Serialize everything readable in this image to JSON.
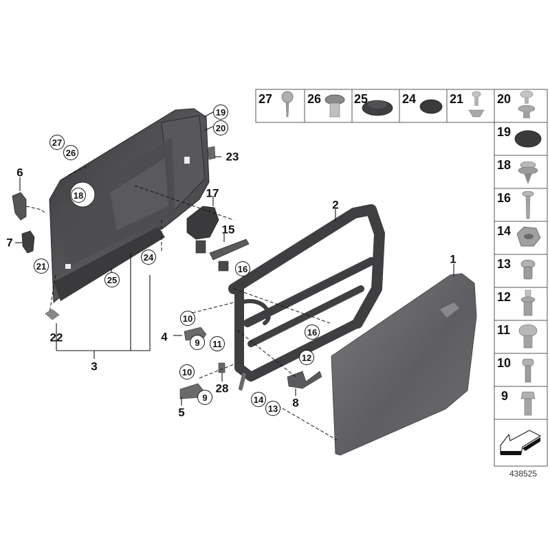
{
  "diagram": {
    "type": "exploded-parts-diagram",
    "subject": "Door shell and inner trim assembly",
    "reference_number": "438525"
  },
  "colors": {
    "part_dark": "#4a4a4d",
    "part_mid": "#6b6b6e",
    "part_light": "#9a9a9c",
    "outer_panel": "#707073",
    "line": "#111111",
    "background": "#ffffff"
  },
  "callouts": {
    "plain": [
      {
        "id": "1",
        "label": "1"
      },
      {
        "id": "2",
        "label": "2"
      },
      {
        "id": "3",
        "label": "3"
      },
      {
        "id": "4",
        "label": "4"
      },
      {
        "id": "5",
        "label": "5"
      },
      {
        "id": "6",
        "label": "6"
      },
      {
        "id": "7",
        "label": "7"
      },
      {
        "id": "8",
        "label": "8"
      },
      {
        "id": "15",
        "label": "15"
      },
      {
        "id": "17",
        "label": "17"
      },
      {
        "id": "22",
        "label": "22"
      },
      {
        "id": "23",
        "label": "23"
      },
      {
        "id": "28",
        "label": "28"
      }
    ],
    "circled": [
      {
        "id": "19",
        "label": "19"
      },
      {
        "id": "20",
        "label": "20"
      },
      {
        "id": "27",
        "label": "27"
      },
      {
        "id": "26",
        "label": "26"
      },
      {
        "id": "18",
        "label": "18"
      },
      {
        "id": "21",
        "label": "21"
      },
      {
        "id": "25",
        "label": "25"
      },
      {
        "id": "24",
        "label": "24"
      },
      {
        "id": "16a",
        "label": "16"
      },
      {
        "id": "16b",
        "label": "16"
      },
      {
        "id": "10a",
        "label": "10"
      },
      {
        "id": "9a",
        "label": "9"
      },
      {
        "id": "11",
        "label": "11"
      },
      {
        "id": "10b",
        "label": "10"
      },
      {
        "id": "9b",
        "label": "9"
      },
      {
        "id": "12",
        "label": "12"
      },
      {
        "id": "14",
        "label": "14"
      },
      {
        "id": "13",
        "label": "13"
      }
    ]
  },
  "parts_table": {
    "top_row": [
      {
        "number": "27",
        "part": "screw-with-washer"
      },
      {
        "number": "26",
        "part": "nut-clip"
      },
      {
        "number": "25",
        "part": "large-plug"
      },
      {
        "number": "24",
        "part": "plug"
      },
      {
        "number": "21",
        "part": "expanding-rivet"
      },
      {
        "number": "20",
        "part": "expanding-rivet"
      }
    ],
    "right_column": [
      {
        "number": "19",
        "part": "plug"
      },
      {
        "number": "18",
        "part": "clip"
      },
      {
        "number": "16",
        "part": "self-tapping-screw"
      },
      {
        "number": "14",
        "part": "nut"
      },
      {
        "number": "13",
        "part": "clip-nut"
      },
      {
        "number": "12",
        "part": "bolt"
      },
      {
        "number": "11",
        "part": "torx-bolt"
      },
      {
        "number": "10",
        "part": "torx-bolt"
      },
      {
        "number": "9",
        "part": "hex-bolt"
      }
    ],
    "orientation_icon": "direction-arrow-icon"
  }
}
